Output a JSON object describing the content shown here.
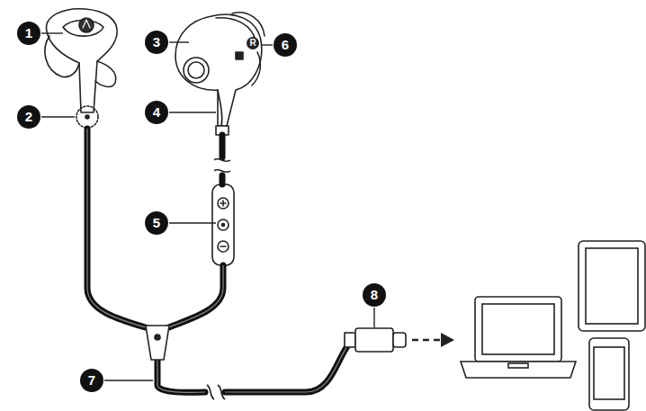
{
  "diagram": {
    "labels": [
      "1",
      "2",
      "3",
      "4",
      "5",
      "6",
      "7",
      "8",
      "R"
    ]
  }
}
